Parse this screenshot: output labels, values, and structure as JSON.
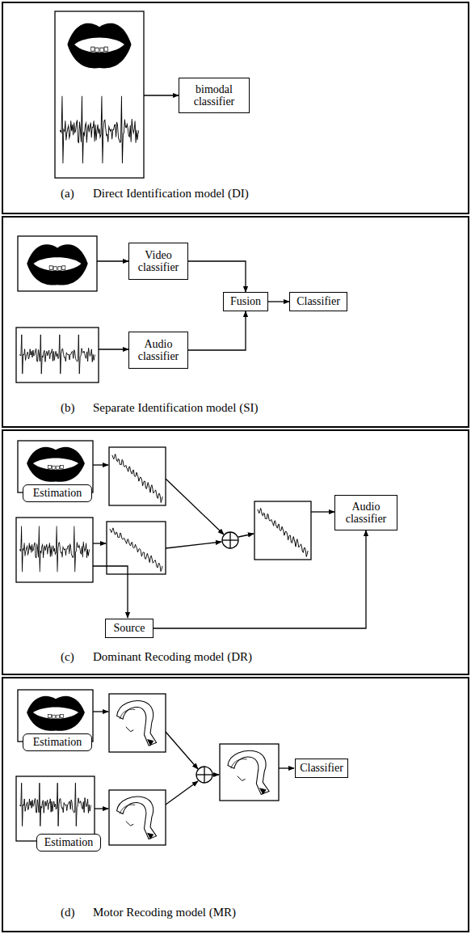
{
  "diagram": {
    "nodes": [
      {
        "text": [
          "(a)",
          "Direct Identification model (DI)"
        ]
      },
      {
        "text": [
          "bimodal classifier"
        ],
        "in": 0
      },
      {
        "text": [
          "(b)",
          "Separate Identification model (SI)"
        ]
      },
      {
        "text": [
          "Video classifier"
        ],
        "in": 2
      },
      {
        "text": [
          "Audio classifier"
        ],
        "in": 2
      },
      {
        "text": [
          "Fusion"
        ],
        "in": 2
      },
      {
        "text": [
          "Classifier"
        ],
        "in": 2
      },
      {
        "text": [
          "(c)",
          "Dominant Recoding model (DR)"
        ]
      },
      {
        "text": [
          "Estimation"
        ],
        "in": 7
      },
      {
        "text": [
          "Audio classifier"
        ],
        "in": 7
      },
      {
        "text": [
          "Source"
        ],
        "in": 7
      },
      {
        "text": [
          "(d)",
          "Motor Recoding model (MR)"
        ]
      },
      {
        "text": [
          "Estimation"
        ],
        "in": 11
      },
      {
        "text": [
          "Estimation"
        ],
        "in": 11
      },
      {
        "text": [
          "Classifier"
        ],
        "in": 11
      }
    ],
    "edges": [
      {
        "from": 3,
        "to": 5,
        "arrow": "to"
      },
      {
        "from": 4,
        "to": 5,
        "arrow": "to"
      },
      {
        "from": 5,
        "to": 6,
        "arrow": "to"
      },
      {
        "from": 10,
        "to": 9,
        "arrow": "to"
      }
    ]
  }
}
